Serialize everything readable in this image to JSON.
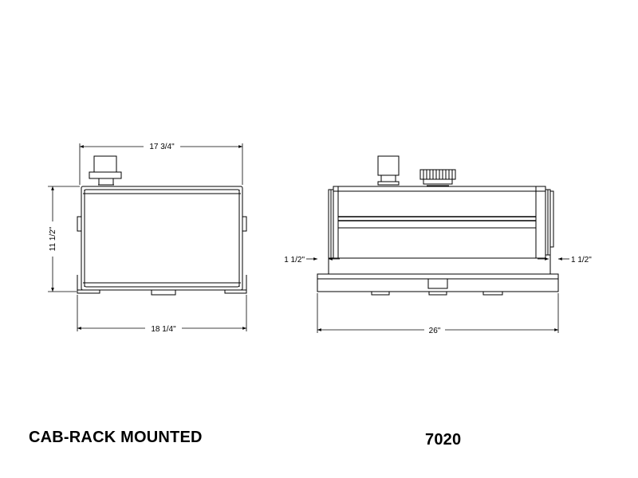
{
  "title": "CAB-RACK MOUNTED",
  "model_number": "7020",
  "side_view": {
    "top_width": "17 3/4\"",
    "height": "11 1/2\"",
    "bottom_width": "18 1/4\""
  },
  "front_view": {
    "left_offset": "1 1/2\"",
    "right_offset": "1 1/2\"",
    "overall_width": "26\""
  }
}
